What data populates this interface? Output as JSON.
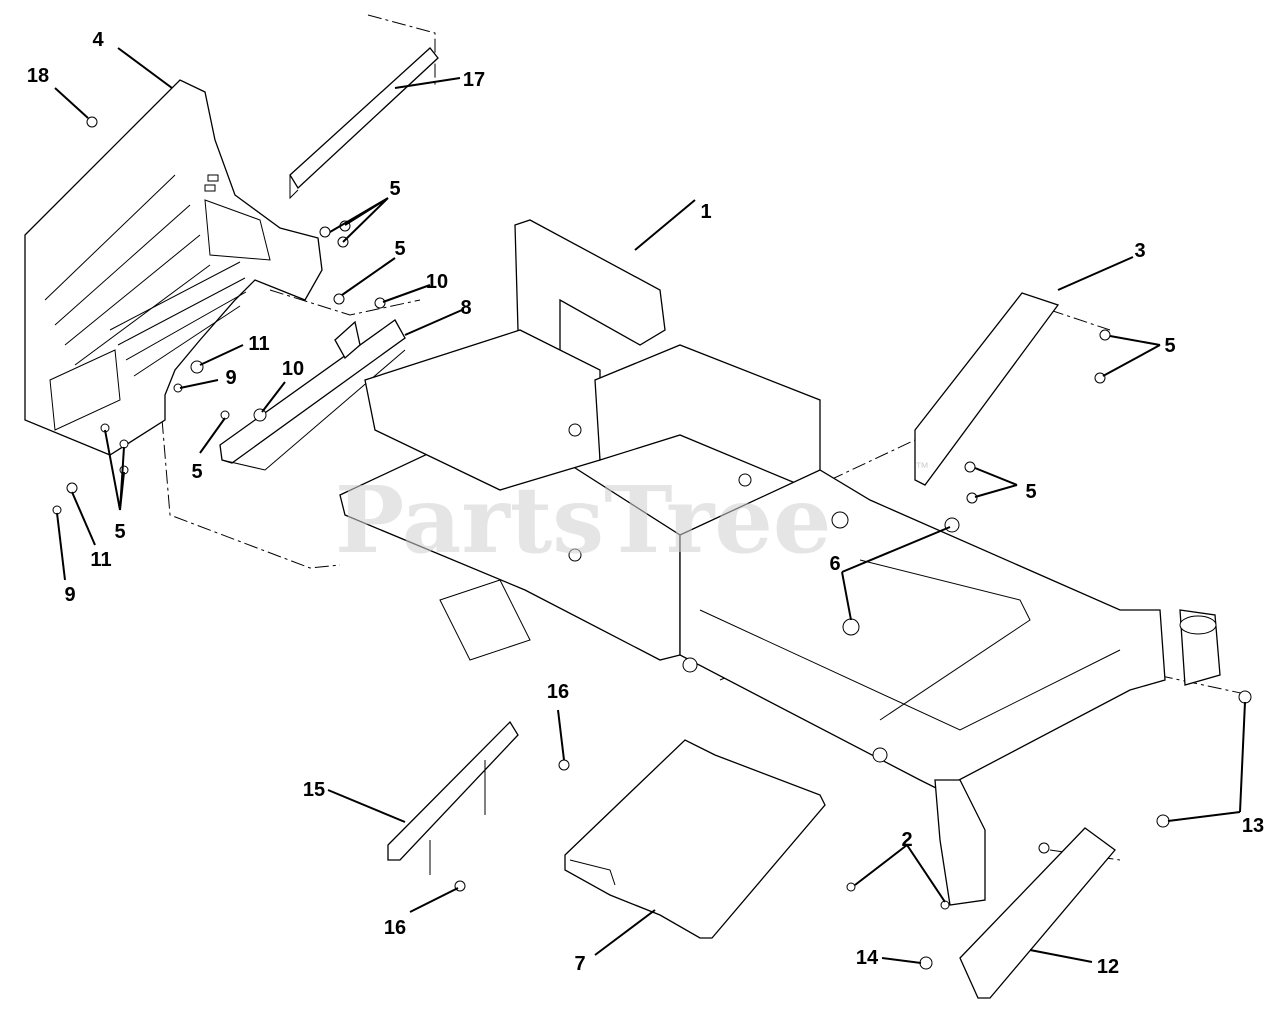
{
  "watermark": {
    "text": "PartsTree",
    "trademark": "™"
  },
  "callouts": [
    {
      "id": "c1",
      "label": "1"
    },
    {
      "id": "c2",
      "label": "2"
    },
    {
      "id": "c3",
      "label": "3"
    },
    {
      "id": "c4",
      "label": "4"
    },
    {
      "id": "c5a",
      "label": "5"
    },
    {
      "id": "c5b",
      "label": "5"
    },
    {
      "id": "c5c",
      "label": "5"
    },
    {
      "id": "c5d",
      "label": "5"
    },
    {
      "id": "c5e",
      "label": "5"
    },
    {
      "id": "c5f",
      "label": "5"
    },
    {
      "id": "c6",
      "label": "6"
    },
    {
      "id": "c7",
      "label": "7"
    },
    {
      "id": "c8",
      "label": "8"
    },
    {
      "id": "c9a",
      "label": "9"
    },
    {
      "id": "c9b",
      "label": "9"
    },
    {
      "id": "c10a",
      "label": "10"
    },
    {
      "id": "c10b",
      "label": "10"
    },
    {
      "id": "c11a",
      "label": "11"
    },
    {
      "id": "c11b",
      "label": "11"
    },
    {
      "id": "c12",
      "label": "12"
    },
    {
      "id": "c13",
      "label": "13"
    },
    {
      "id": "c14",
      "label": "14"
    },
    {
      "id": "c15",
      "label": "15"
    },
    {
      "id": "c16a",
      "label": "16"
    },
    {
      "id": "c16b",
      "label": "16"
    },
    {
      "id": "c17",
      "label": "17"
    },
    {
      "id": "c18",
      "label": "18"
    }
  ]
}
